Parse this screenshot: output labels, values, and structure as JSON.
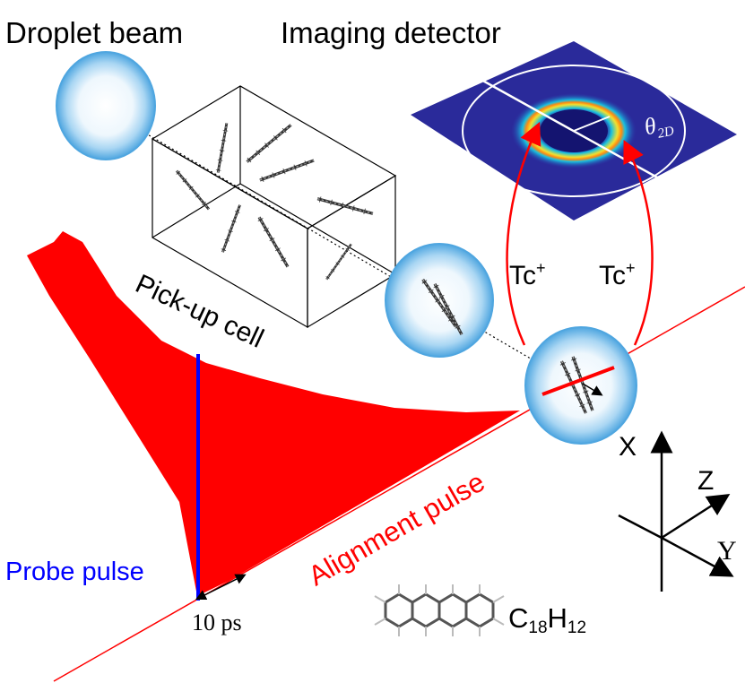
{
  "labels": {
    "droplet_beam": "Droplet beam",
    "imaging_detector": "Imaging detector",
    "pickup_cell": "Pick-up cell",
    "alignment_pulse": "Alignment pulse",
    "probe_pulse": "Probe pulse",
    "time_delay": "10 ps",
    "ion_left": "Tc",
    "ion_right": "Tc",
    "ion_charge": "+",
    "formula": {
      "c": "C",
      "c_count": "18",
      "h": "H",
      "h_count": "12"
    },
    "axis_x": "X",
    "axis_y": "Y",
    "axis_z": "Z",
    "theta": {
      "symbol": "θ",
      "subscript": "2D"
    }
  },
  "colors": {
    "alignment": "#ff0000",
    "probe": "#0000ff",
    "detector_bg": "#2a2a9a",
    "droplet_edge": "#5fb2e6",
    "droplet_center": "#ffffff"
  },
  "icons": {
    "droplet": "helium-droplet-icon",
    "molecule": "tetracene-molecule-icon",
    "axes": "xyz-axes-icon"
  }
}
